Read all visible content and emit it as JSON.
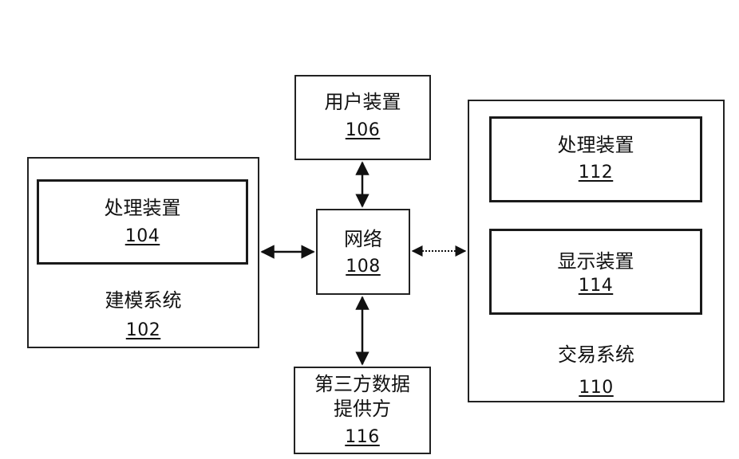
{
  "nodes": {
    "modeling_system": {
      "label": "建模系统",
      "ref": "102"
    },
    "modeling_processor": {
      "label": "处理装置",
      "ref": "104"
    },
    "user_device": {
      "label": "用户装置",
      "ref": "106"
    },
    "network": {
      "label": "网络",
      "ref": "108"
    },
    "trading_system": {
      "label": "交易系统",
      "ref": "110"
    },
    "trading_processor": {
      "label": "处理装置",
      "ref": "112"
    },
    "display_device": {
      "label": "显示装置",
      "ref": "114"
    },
    "third_party": {
      "label_line1": "第三方数据",
      "label_line2": "提供方",
      "ref": "116"
    }
  },
  "edges": [
    {
      "from": "network",
      "to": "modeling_system",
      "style": "solid",
      "direction": "both"
    },
    {
      "from": "network",
      "to": "user_device",
      "style": "solid",
      "direction": "both"
    },
    {
      "from": "network",
      "to": "trading_system",
      "style": "dotted",
      "direction": "both"
    },
    {
      "from": "network",
      "to": "third_party",
      "style": "solid",
      "direction": "both"
    }
  ]
}
